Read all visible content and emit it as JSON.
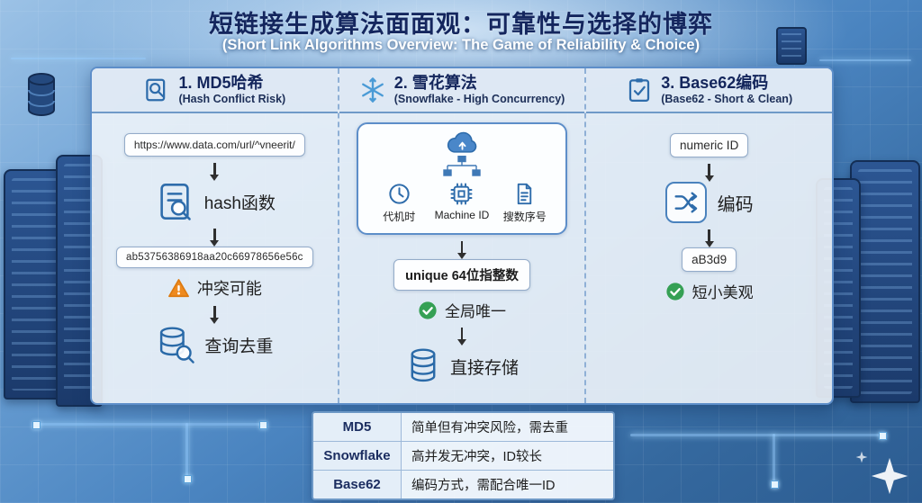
{
  "page": {
    "title": "短链接生成算法面面观：可靠性与选择的博弈",
    "subtitle": "(Short Link Algorithms Overview: The Game of Reliability & Choice)"
  },
  "columns": [
    {
      "title": "1. MD5哈希",
      "subtitle": "(Hash Conflict Risk)",
      "icon": "search-document-icon",
      "input_url": "https://www.data.com/url/^vneerit/",
      "step_icon": "document-search-icon",
      "step_label": "hash函数",
      "hash_value": "ab53756386918aa20c66978656e56c",
      "warning_icon": "warning-triangle-icon",
      "warning_label": "冲突可能",
      "db_icon": "database-search-icon",
      "db_label": "查询去重"
    },
    {
      "title": "2. 雪花算法",
      "subtitle": "(Snowflake - High Concurrency)",
      "icon": "snowflake-icon",
      "cloud_icon": "cloud-upload-icon",
      "parts": [
        {
          "icon": "clock-icon",
          "label": "代机时"
        },
        {
          "icon": "chip-icon",
          "label": "Machine ID"
        },
        {
          "icon": "document-icon",
          "label": "搜数序号"
        }
      ],
      "result_value": "unique 64位指整数",
      "check_icon": "check-circle-icon",
      "check_label": "全局唯一",
      "db_icon": "database-icon",
      "db_label": "直接存储"
    },
    {
      "title": "3. Base62编码",
      "subtitle": "(Base62 - Short & Clean)",
      "icon": "clipboard-check-icon",
      "input_value": "numeric ID",
      "encode_icon": "shuffle-icon",
      "encode_label": "编码",
      "output_value": "aB3d9",
      "check_icon": "check-circle-icon",
      "check_label": "短小美观"
    }
  ],
  "summary_table": {
    "rows": [
      {
        "name": "MD5",
        "description": "简单但有冲突风险，需去重"
      },
      {
        "name": "Snowflake",
        "description": "高并发无冲突，ID较长"
      },
      {
        "name": "Base62",
        "description": "编码方式，需配合唯一ID"
      }
    ]
  },
  "colors": {
    "accent_blue": "#2e6cab",
    "panel_border": "#5d8ec9",
    "warning_orange": "#ee8a1f",
    "success_green": "#35a054",
    "title_navy": "#14265e"
  }
}
